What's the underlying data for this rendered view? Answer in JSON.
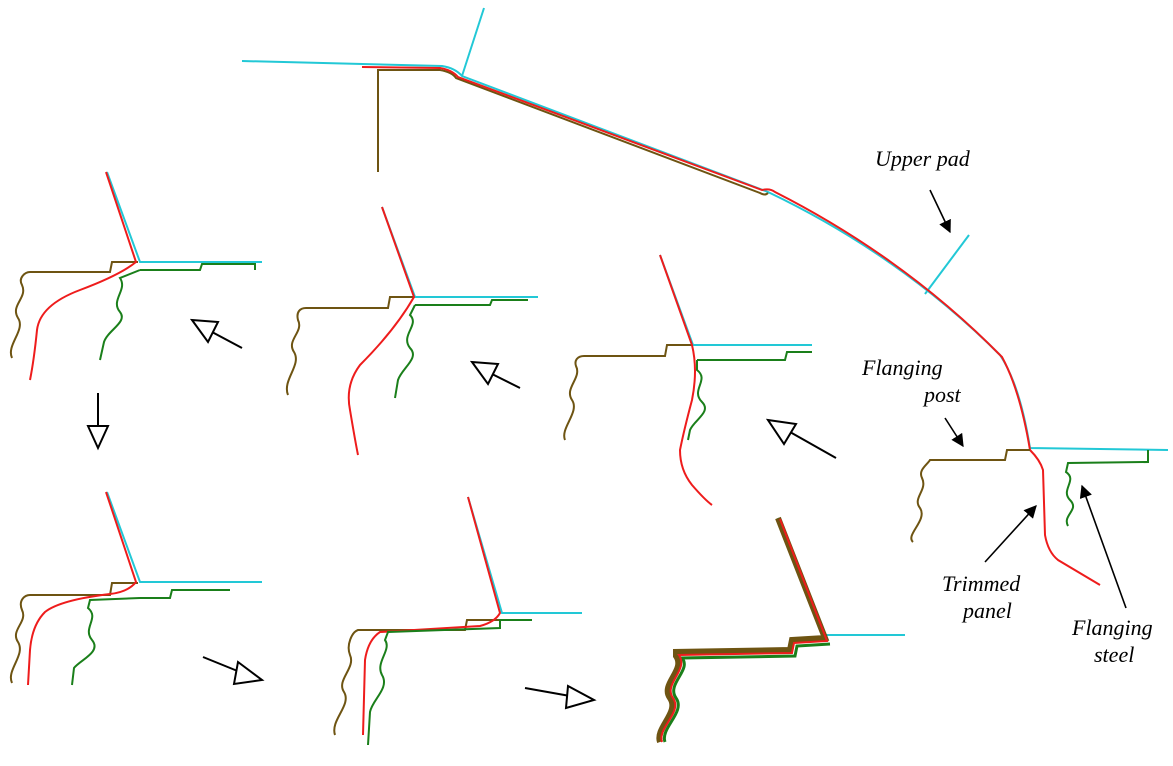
{
  "labels": {
    "upper_pad": "Upper pad",
    "flanging_post_1": "Flanging",
    "flanging_post_2": "post",
    "trimmed_panel_1": "Trimmed",
    "trimmed_panel_2": "panel",
    "flanging_steel_1": "Flanging",
    "flanging_steel_2": "steel"
  },
  "colors": {
    "upper_pad": "#22c8d6",
    "flanging_post": "#6e5412",
    "trimmed_panel": "#ee1c1c",
    "flanging_steel": "#1a7f1a",
    "arrow": "#000000"
  }
}
